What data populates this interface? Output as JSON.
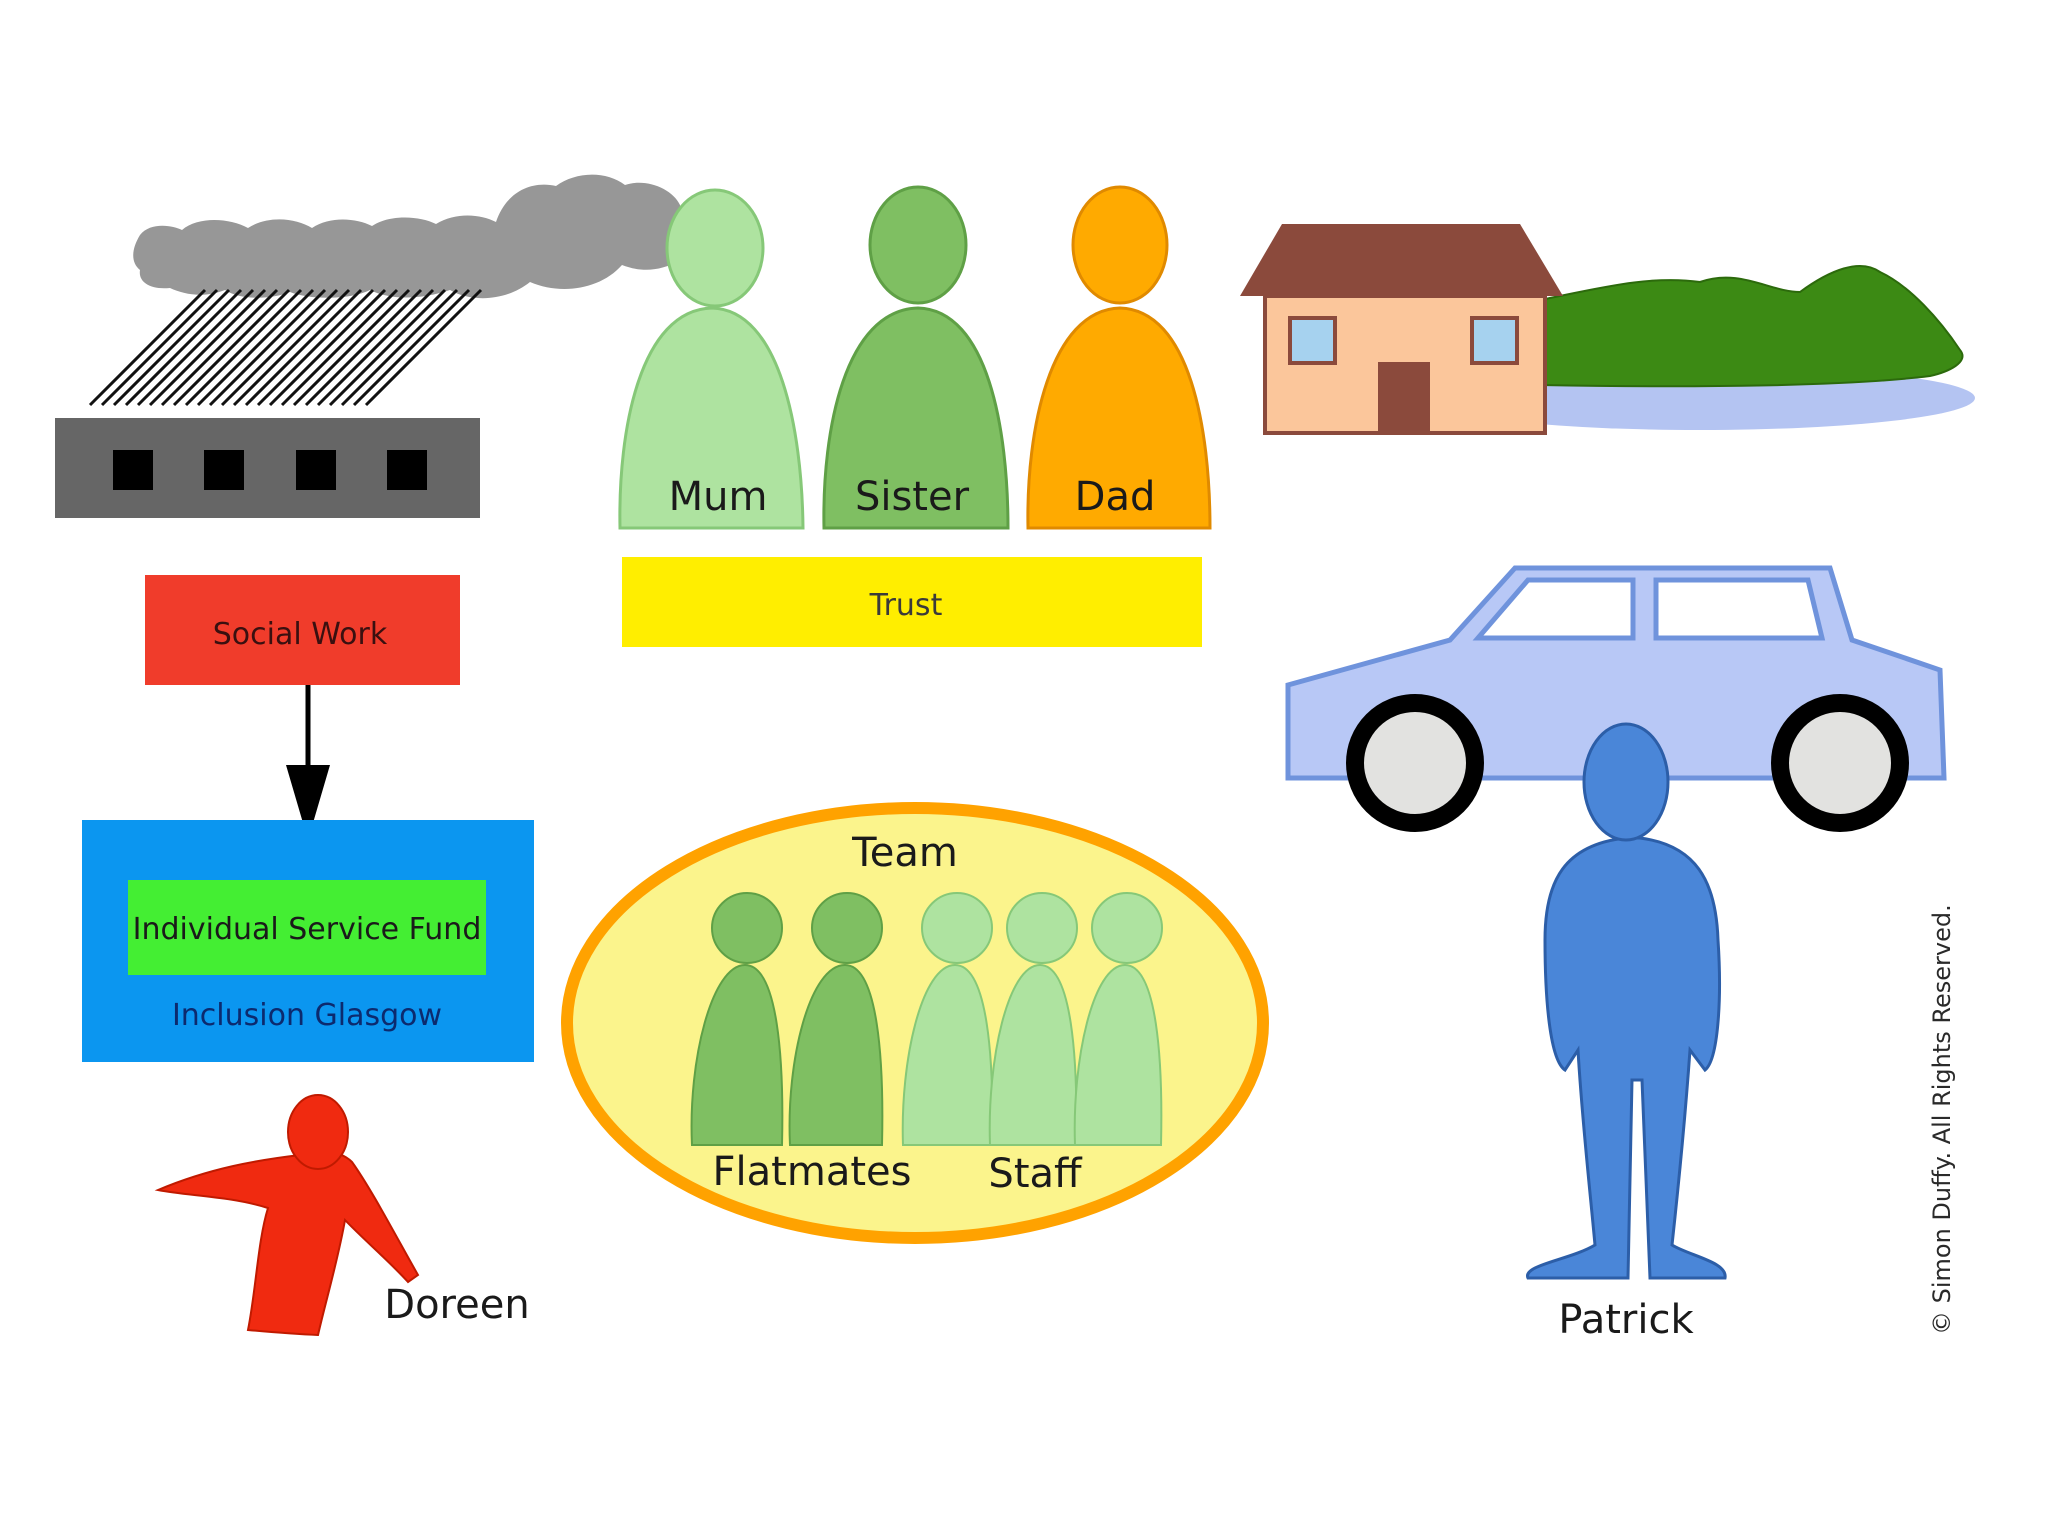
{
  "family": {
    "mum": "Mum",
    "sister": "Sister",
    "dad": "Dad",
    "trust": "Trust"
  },
  "agency": {
    "social_work": "Social Work",
    "service_fund": "Individual Service Fund",
    "provider": "Inclusion Glasgow"
  },
  "team": {
    "title": "Team",
    "flatmates": "Flatmates",
    "staff": "Staff"
  },
  "people": {
    "doreen": "Doreen",
    "patrick": "Patrick"
  },
  "copyright": "© Simon Duffy. All Rights Reserved.",
  "colors": {
    "mum_green": "#aee3a0",
    "sister_green": "#7fbf62",
    "dad_orange": "#ffaa00",
    "trust_yellow": "#ffee00",
    "social_work_red": "#f03c2b",
    "service_fund_green": "#44ee33",
    "provider_blue": "#0b96f0",
    "team_fill": "#fbf48c",
    "team_border": "#ffa200",
    "patrick_blue": "#4a86d8",
    "doreen_red": "#f02a10",
    "car_blue": "#b8c8f6",
    "house_brown": "#8b4a3c",
    "hill_green": "#3c8a14",
    "factory_grey": "#666666"
  }
}
